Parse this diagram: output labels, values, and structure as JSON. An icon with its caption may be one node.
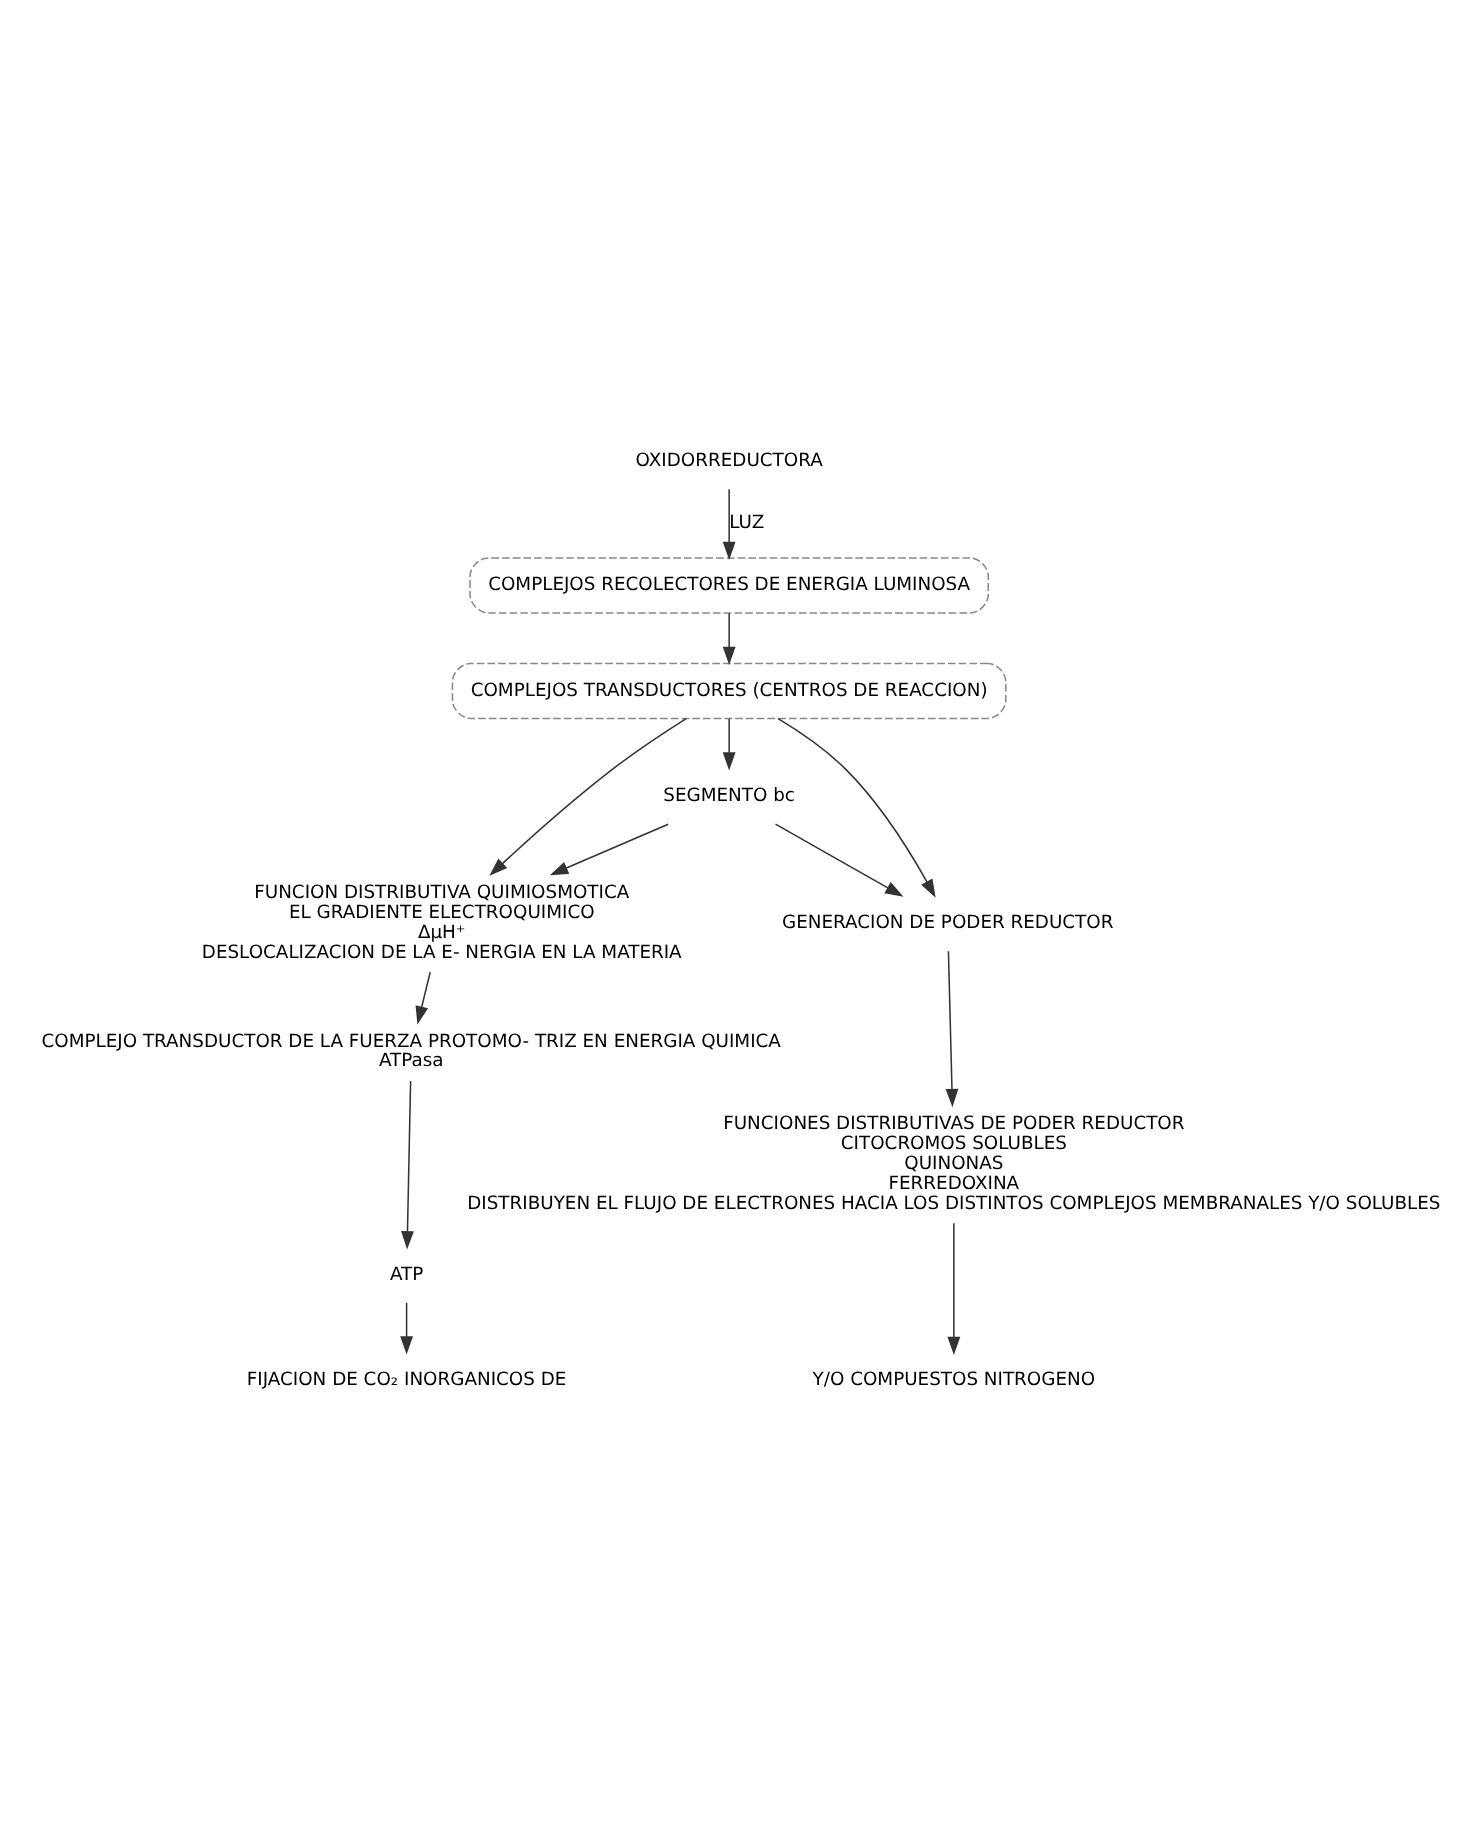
{
  "diagram": {
    "nodes": [
      {
        "text": [
          "OXIDORREDUCTORA"
        ]
      },
      {
        "text": [
          "COMPLEJOS RECOLECTORES DE ENERGIA LUMINOSA"
        ]
      },
      {
        "text": [
          "COMPLEJOS TRANSDUCTORES (CENTROS DE REACCION)"
        ]
      },
      {
        "text": [
          "SEGMENTO bc"
        ]
      },
      {
        "text": [
          "FUNCION DISTRIBUTIVA QUIMIOSMOTICA",
          "EL GRADIENTE ELECTROQUIMICO",
          "ΔμH⁺",
          "DESLOCALIZACION DE LA E- NERGIA EN LA MATERIA"
        ]
      },
      {
        "text": [
          "GENERACION DE PODER REDUCTOR"
        ]
      },
      {
        "text": [
          "COMPLEJO TRANSDUCTOR DE LA FUERZA PROTOMO- TRIZ EN ENERGIA QUIMICA",
          "ATPasa"
        ]
      },
      {
        "text": [
          "FUNCIONES DISTRIBUTIVAS DE PODER REDUCTOR",
          "CITOCROMOS SOLUBLES",
          "QUINONAS",
          "FERREDOXINA",
          "DISTRIBUYEN EL FLUJO DE ELECTRONES HACIA LOS DISTINTOS COMPLEJOS MEMBRANALES Y/O SOLUBLES"
        ]
      },
      {
        "text": [
          "ATP"
        ]
      },
      {
        "text": [
          "FIJACION DE CO₂ INORGANICOS DE"
        ]
      },
      {
        "text": [
          "Y/O COMPUESTOS NITROGENO"
        ]
      }
    ],
    "edges": [
      {
        "from": 0,
        "to": 1,
        "arrow": "to",
        "label": "LUZ"
      },
      {
        "from": 1,
        "to": 2,
        "arrow": "to"
      },
      {
        "from": 2,
        "to": 3,
        "arrow": "to"
      },
      {
        "from": 3,
        "to": 4,
        "arrow": "to"
      },
      {
        "from": 3,
        "to": 5,
        "arrow": "to"
      },
      {
        "from": 2,
        "to": 4,
        "arrow": "to"
      },
      {
        "from": 2,
        "to": 5,
        "arrow": "to"
      },
      {
        "from": 4,
        "to": 6,
        "arrow": "to"
      },
      {
        "from": 5,
        "to": 7,
        "arrow": "to"
      },
      {
        "from": 6,
        "to": 8,
        "arrow": "to"
      },
      {
        "from": 8,
        "to": 9,
        "arrow": "to"
      },
      {
        "from": 7,
        "to": 10,
        "arrow": "to"
      }
    ]
  }
}
